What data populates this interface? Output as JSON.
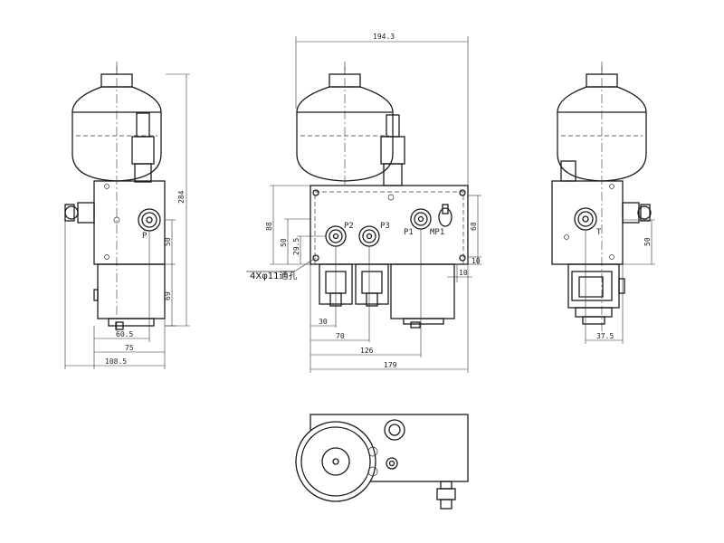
{
  "ports": {
    "p_left": "P",
    "p2": "P2",
    "p3": "P3",
    "p1": "P1",
    "mp1": "MP1",
    "t": "T"
  },
  "hole_note": "4Xφ11通孔",
  "dims": {
    "front_overall_width": "194.3",
    "front_base_width": "179",
    "front_126": "126",
    "front_70": "70",
    "front_30": "30",
    "front_88": "88",
    "front_50": "50",
    "front_29_5": "29.5",
    "front_68": "68",
    "front_10a": "10",
    "front_10b": "10",
    "left_height": "284",
    "left_50": "50",
    "left_69": "69",
    "left_60_5": "60.5",
    "left_75": "75",
    "left_108_5": "108.5",
    "right_50": "50",
    "right_37_5": "37.5"
  }
}
